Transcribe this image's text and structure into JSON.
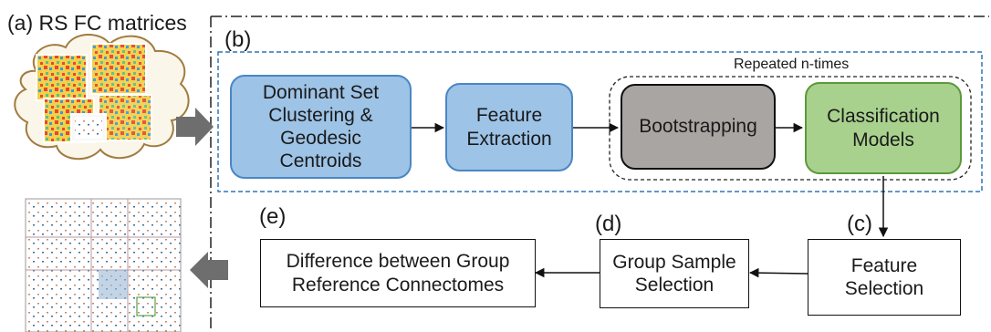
{
  "panels": {
    "a": "(a) RS FC matrices",
    "b": "(b)",
    "c": "(c)",
    "d": "(d)",
    "e": "(e)"
  },
  "repeat_label": "Repeated n-times",
  "boxes": {
    "dominant_set": "Dominant Set\nClustering &\nGeodesic\nCentroids",
    "feature_extraction": "Feature\nExtraction",
    "bootstrapping": "Bootstrapping",
    "classification": "Classification\nModels",
    "feature_selection": "Feature\nSelection",
    "group_sample": "Group Sample\nSelection",
    "difference": "Difference between Group\nReference Connectomes"
  },
  "colors": {
    "blue_fill": "#9dc3e6",
    "gray_fill": "#a9a5a3",
    "green_fill": "#a9d18e",
    "dashed_blue": "#2e75b6",
    "arrow_gray": "#6e6e6e"
  }
}
